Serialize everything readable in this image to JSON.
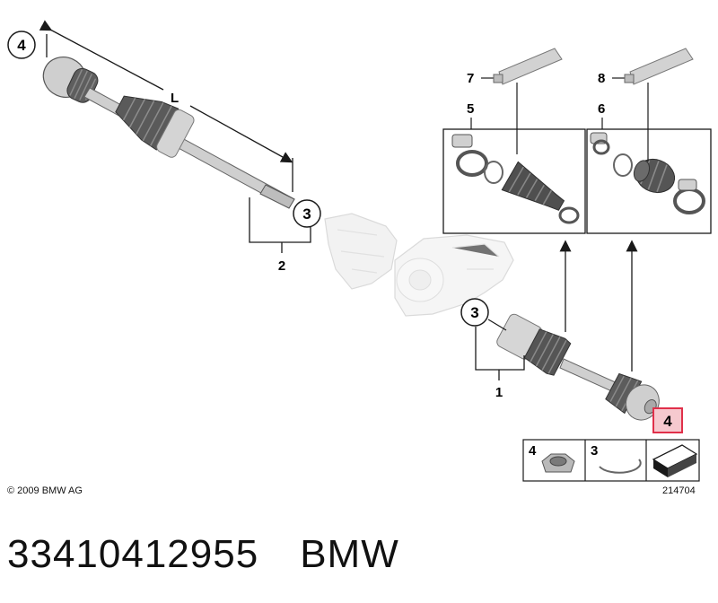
{
  "diagram": {
    "labels": {
      "L": "L",
      "shaft_left_top": "4",
      "shaft_left_end": "3",
      "shaft_left_ref": "2",
      "shaft_right_end": "3",
      "shaft_right_ref": "1",
      "shaft_right_nut": "4",
      "boot_kit_inner": "5",
      "boot_kit_outer": "6",
      "grease_inner": "7",
      "grease_outer": "8"
    },
    "legend": {
      "nut_label": "4",
      "ring_label": "3"
    }
  },
  "footer": {
    "copyright": "© 2009 BMW AG",
    "diagram_id": "214704"
  },
  "caption": {
    "part_number": "33410412955",
    "brand": "BMW"
  },
  "colors": {
    "line": "#1a1a1a",
    "part_fill": "#d9d9d9",
    "part_dark": "#6f6f6f",
    "housing_fill": "#e6e6e6",
    "highlight": "#e0304a",
    "highlight_fill": "#f6c9cf"
  }
}
